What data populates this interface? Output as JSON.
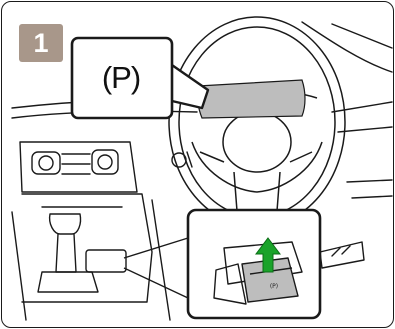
{
  "step": {
    "number": "1"
  },
  "callout": {
    "label": "(P)"
  },
  "switch": {
    "label": "(P)"
  },
  "colors": {
    "badge": "#a8978a",
    "highlight": "#bdbdbd",
    "arrow": "#1aa32a",
    "outline": "#1a1a1a"
  },
  "icons": [
    "steering-wheel-icon",
    "parking-brake-switch-icon",
    "up-arrow-icon"
  ]
}
